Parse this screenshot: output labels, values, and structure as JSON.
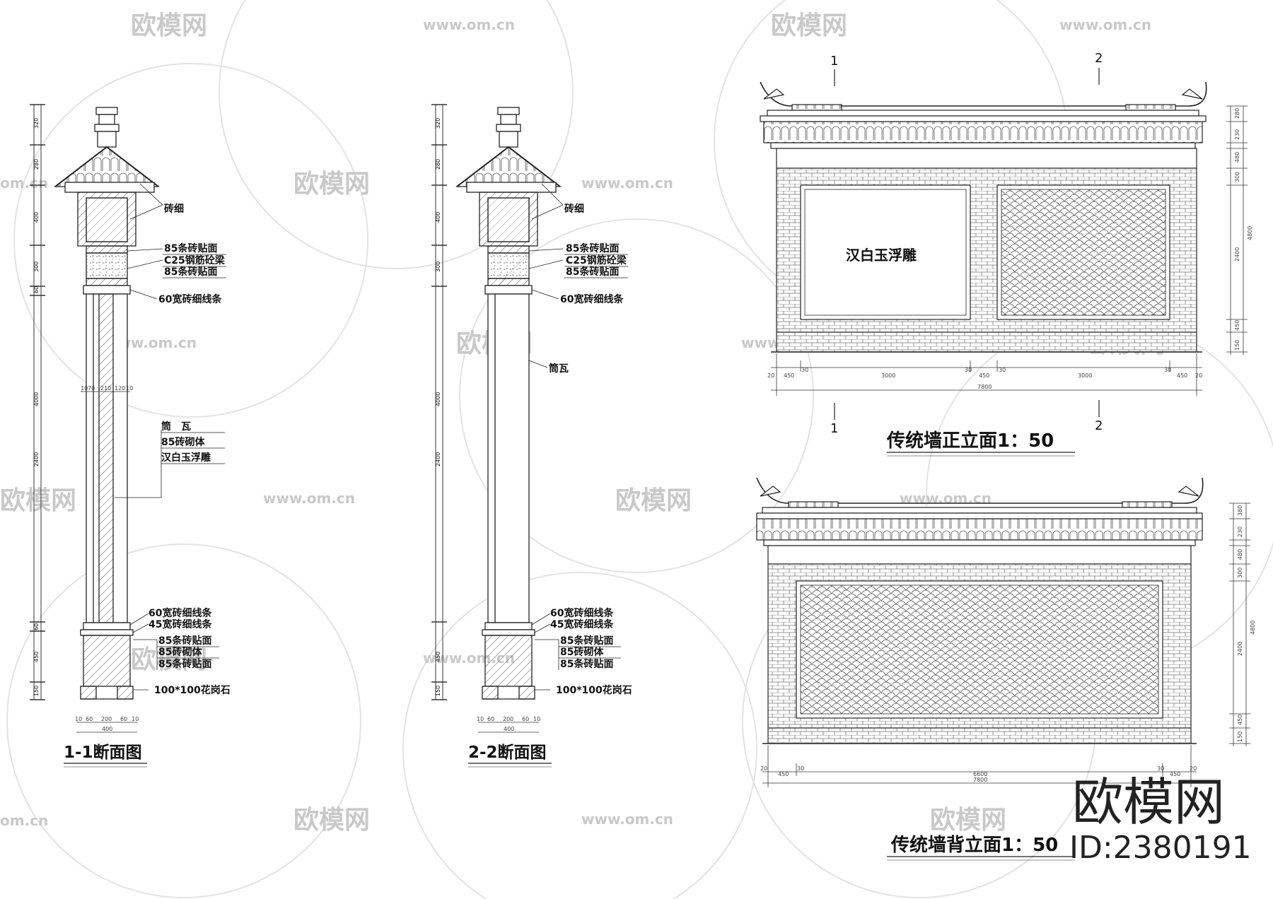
{
  "watermark": {
    "logo_text": "欧模网",
    "site_url": "www.om.cn",
    "site_url_partial": "om.cn"
  },
  "brand": {
    "name": "欧模网",
    "id_text": "ID:2380191"
  },
  "section_1": {
    "title": "1-1断面图",
    "labels": {
      "brick_detail": "砖细",
      "facing_85_top": "85条砖贴面",
      "beam": "C25钢筋砼梁",
      "facing_85_mid": "85条砖贴面",
      "line_60_top": "60宽砖细线条",
      "tube_tile": "筒　瓦",
      "masonry_85": "85砖砌体",
      "relief": "汉白玉浮雕",
      "line_60_bottom": "60宽砖细线条",
      "line_45": "45宽砖细线条",
      "facing_85_b1": "85条砖贴面",
      "masonry_85_b": "85砖砌体",
      "facing_85_b2": "85条砖贴面",
      "granite": "100*100花岗石"
    },
    "vertical_dims": [
      "320",
      "280",
      "400",
      "300",
      "60",
      "4000",
      "2400",
      "60",
      "450",
      "150"
    ],
    "mid_dims": [
      "10",
      "70",
      "210",
      "120",
      "10"
    ],
    "bottom_dims": [
      "10",
      "60",
      "200",
      "60",
      "10",
      "400"
    ]
  },
  "section_2": {
    "title": "2-2断面图",
    "labels": {
      "brick_detail": "砖细",
      "facing_85_top": "85条砖贴面",
      "beam": "C25钢筋砼梁",
      "facing_85_mid": "85条砖贴面",
      "line_60_top": "60宽砖细线条",
      "tube_tile": "筒瓦",
      "line_60_bottom": "60宽砖细线条",
      "line_45": "45宽砖细线条",
      "facing_85_b1": "85条砖贴面",
      "masonry_85_b": "85砖砌体",
      "facing_85_b2": "85条砖贴面",
      "granite": "100*100花岗石"
    },
    "vertical_dims": [
      "320",
      "280",
      "400",
      "300",
      "4000",
      "2400",
      "450",
      "150"
    ],
    "bottom_dims": [
      "10",
      "60",
      "200",
      "60",
      "10",
      "400"
    ]
  },
  "front_elevation": {
    "title": "传统墙正立面1：50",
    "marker_1": "1",
    "marker_2": "2",
    "relief_label": "汉白玉浮雕",
    "bottom_dims": [
      "20",
      "450",
      "30",
      "3000",
      "30",
      "450",
      "30",
      "3000",
      "30",
      "450",
      "20"
    ],
    "total": "7800",
    "right_dims": [
      "280",
      "230",
      "480",
      "300",
      "2400",
      "450",
      "150",
      "4800"
    ]
  },
  "back_elevation": {
    "title": "传统墙背立面1：50",
    "bottom_dims": [
      "20",
      "450",
      "30",
      "6600",
      "30",
      "450",
      "20"
    ],
    "total": "7800",
    "right_dims": [
      "380",
      "230",
      "480",
      "300",
      "2400",
      "450",
      "150",
      "4800"
    ]
  }
}
